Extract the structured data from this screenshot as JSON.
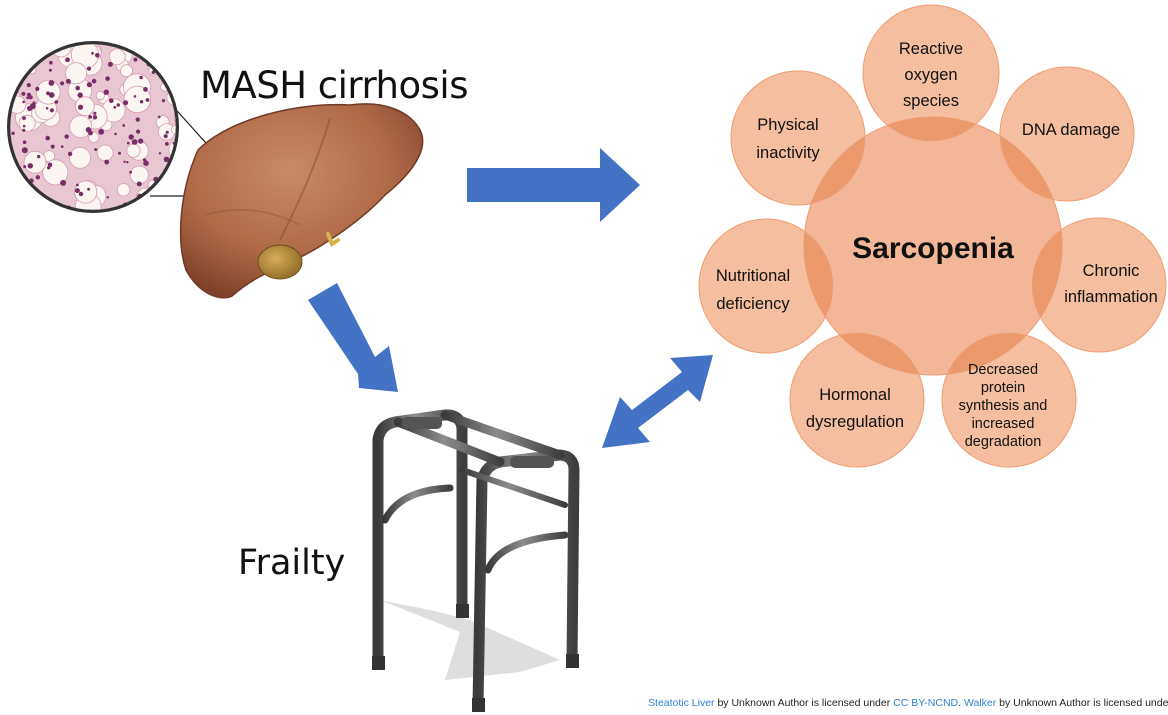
{
  "titles": {
    "mash": "MASH cirrhosis",
    "frailty": "Frailty"
  },
  "sarcopenia": {
    "center_label": "Sarcopenia",
    "factors": [
      {
        "id": "reactive-oxygen-species",
        "lines": [
          "Reactive",
          "oxygen",
          "species"
        ]
      },
      {
        "id": "dna-damage",
        "lines": [
          "DNA damage"
        ]
      },
      {
        "id": "chronic-inflammation",
        "lines": [
          "Chronic",
          "inflammation"
        ]
      },
      {
        "id": "decreased-protein-synthesis",
        "lines": [
          "Decreased",
          "protein",
          "synthesis and",
          "increased",
          "degradation"
        ]
      },
      {
        "id": "hormonal-dysregulation",
        "lines": [
          "Hormonal",
          "dysregulation"
        ]
      },
      {
        "id": "nutritional-deficiency",
        "lines": [
          "Nutritional",
          "deficiency"
        ]
      },
      {
        "id": "physical-inactivity",
        "lines": [
          "Physical",
          "inactivity"
        ]
      }
    ],
    "colors": {
      "center": "#f2b08d",
      "satellite": "#f4b896",
      "overlap": "#eb9a6e",
      "stroke": "#ee9c72"
    }
  },
  "arrows": {
    "color": "#4472c4",
    "items": [
      {
        "id": "liver-to-sarcopenia",
        "kind": "single"
      },
      {
        "id": "liver-to-frailty",
        "kind": "single"
      },
      {
        "id": "frailty-sarcopenia",
        "kind": "double"
      }
    ]
  },
  "attribution": {
    "link1": "Steatotic Liver",
    "text1": " by Unknown Author is licensed under ",
    "link2": "CC BY-NCND",
    "text2": ". ",
    "link3": "Walker",
    "text3": " by Unknown Author is licensed under"
  },
  "images": {
    "histology": "liver-histology-icon",
    "liver": "liver-icon",
    "walker": "walker-icon"
  }
}
